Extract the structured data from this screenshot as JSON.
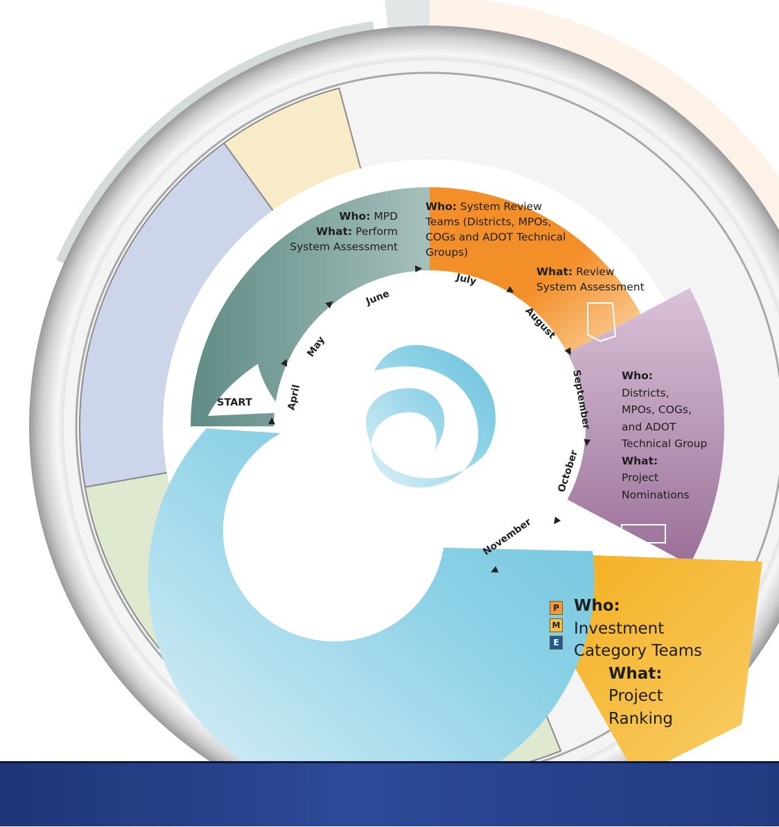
{
  "start_label": "START",
  "months": [
    "April",
    "May",
    "June",
    "July",
    "August",
    "September",
    "October",
    "November"
  ],
  "segments": [
    {
      "name": "system-assessment",
      "color": "#6f958f",
      "who_label": "Who:",
      "who_text": "MPD",
      "what_label": "What:",
      "what_text": "Perform",
      "what_text2": "System Assessment"
    },
    {
      "name": "review-system-assessment",
      "color": "#f2922e",
      "who_label": "Who:",
      "who_lines": [
        "System Review",
        "Teams (Districts, MPOs,",
        "COGs and ADOT Technical",
        "Groups)"
      ],
      "what_label": "What:",
      "what_lines": [
        "Review",
        "System Assessment"
      ]
    },
    {
      "name": "project-nominations",
      "color": "#a47ea3",
      "who_label": "Who:",
      "who_lines": [
        "Districts,",
        "MPOs, COGs,",
        "and ADOT",
        "Technical Group"
      ],
      "what_label": "What:",
      "what_lines": [
        "Project",
        "Nominations"
      ]
    },
    {
      "name": "project-ranking",
      "color": "#f4b52a",
      "who_label": "Who:",
      "who_lines": [
        "Investment",
        "Category Teams"
      ],
      "what_label": "What:",
      "what_lines": [
        "Project",
        "Ranking"
      ]
    }
  ],
  "pme_labels": [
    "P",
    "M",
    "E"
  ]
}
